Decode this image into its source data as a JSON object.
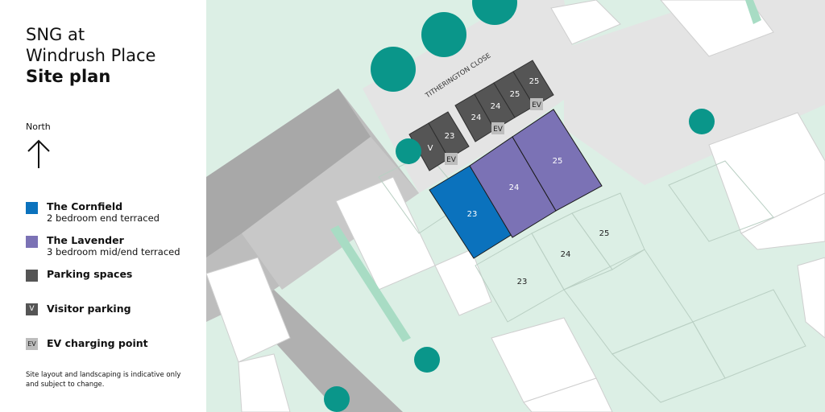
{
  "title": {
    "line1": "SNG at",
    "line2": "Windrush Place",
    "line3": "Site plan"
  },
  "north_label": "North",
  "legend": [
    {
      "name": "The Cornfield",
      "desc": "2 bedroom end terraced",
      "color": "#0b72bd"
    },
    {
      "name": "The Lavender",
      "desc": "3 bedroom mid/end terraced",
      "color": "#7b72b5"
    },
    {
      "name": "Parking spaces",
      "desc": "",
      "color": "#555555"
    }
  ],
  "legend_badges": [
    {
      "badge": "V",
      "name": "Visitor parking"
    },
    {
      "badge": "EV",
      "name": "EV charging point"
    }
  ],
  "note": "Site layout and landscaping is indicative only and subject to change.",
  "map": {
    "street_name": "TITHERINGTON CLOSE",
    "highlight_plots": [
      {
        "id": "cornfield-plot-23",
        "label": "23",
        "color": "#0b72bd"
      },
      {
        "id": "lavender-plot-24",
        "label": "24",
        "color": "#7b72b5"
      },
      {
        "id": "lavender-plot-25",
        "label": "25",
        "color": "#7b72b5"
      }
    ],
    "garden_labels": [
      "23",
      "24",
      "25"
    ],
    "parking_labels": [
      "V",
      "23",
      "24",
      "24",
      "25",
      "25"
    ],
    "ev_label": "EV",
    "colors": {
      "parking": "#555555",
      "ev_badge": "#bdbdbd",
      "tree": "#0a968a",
      "road": "#a8a8a8",
      "ground": "#dcefe5"
    }
  }
}
